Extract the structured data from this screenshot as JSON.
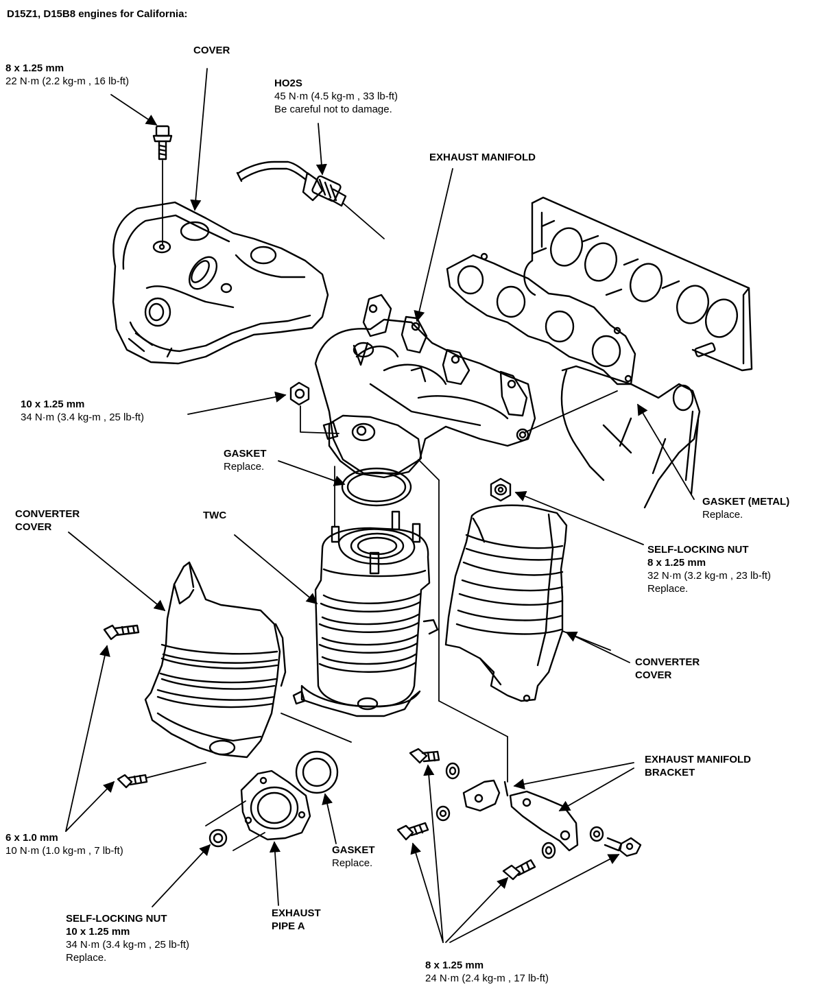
{
  "title": "D15Z1, D15B8 engines for California:",
  "labels": {
    "cover_bolt": {
      "l1": "8 x 1.25 mm",
      "l2": "22 N·m (2.2 kg-m , 16 lb-ft)"
    },
    "cover": {
      "l1": "COVER"
    },
    "ho2s": {
      "l1": "HO2S",
      "l2": "45 N·m (4.5 kg-m , 33 lb-ft)",
      "l3": "Be careful not to damage."
    },
    "exhaust_manifold": {
      "l1": "EXHAUST MANIFOLD"
    },
    "manifold_nut": {
      "l1": "10 x 1.25 mm",
      "l2": "34 N·m (3.4 kg-m , 25 lb-ft)"
    },
    "gasket_top": {
      "l1": "GASKET",
      "l2": "Replace."
    },
    "gasket_metal": {
      "l1": "GASKET (METAL)",
      "l2": "Replace."
    },
    "converter_cover_left": {
      "l1": "CONVERTER",
      "l2": "COVER"
    },
    "twc": {
      "l1": "TWC"
    },
    "self_locking_nut_right": {
      "l1": "SELF-LOCKING NUT",
      "l2": "8 x 1.25 mm",
      "l3": "32 N·m (3.2 kg-m , 23 lb-ft)",
      "l4": "Replace."
    },
    "converter_cover_right": {
      "l1": "CONVERTER",
      "l2": "COVER"
    },
    "exhaust_manifold_bracket": {
      "l1": "EXHAUST MANIFOLD",
      "l2": "BRACKET"
    },
    "cover_bolts_bottom": {
      "l1": "6 x 1.0 mm",
      "l2": "10 N·m (1.0 kg-m , 7 lb-ft)"
    },
    "gasket_bottom": {
      "l1": "GASKET",
      "l2": "Replace."
    },
    "exhaust_pipe_a": {
      "l1": "EXHAUST",
      "l2": "PIPE A"
    },
    "self_locking_nut_bottom": {
      "l1": "SELF-LOCKING NUT",
      "l2": "10 x 1.25 mm",
      "l3": "34 N·m (3.4 kg-m , 25 lb-ft)",
      "l4": "Replace."
    },
    "bracket_bolts": {
      "l1": "8 x 1.25 mm",
      "l2": "24 N·m (2.4 kg-m , 17 lb-ft)"
    }
  }
}
